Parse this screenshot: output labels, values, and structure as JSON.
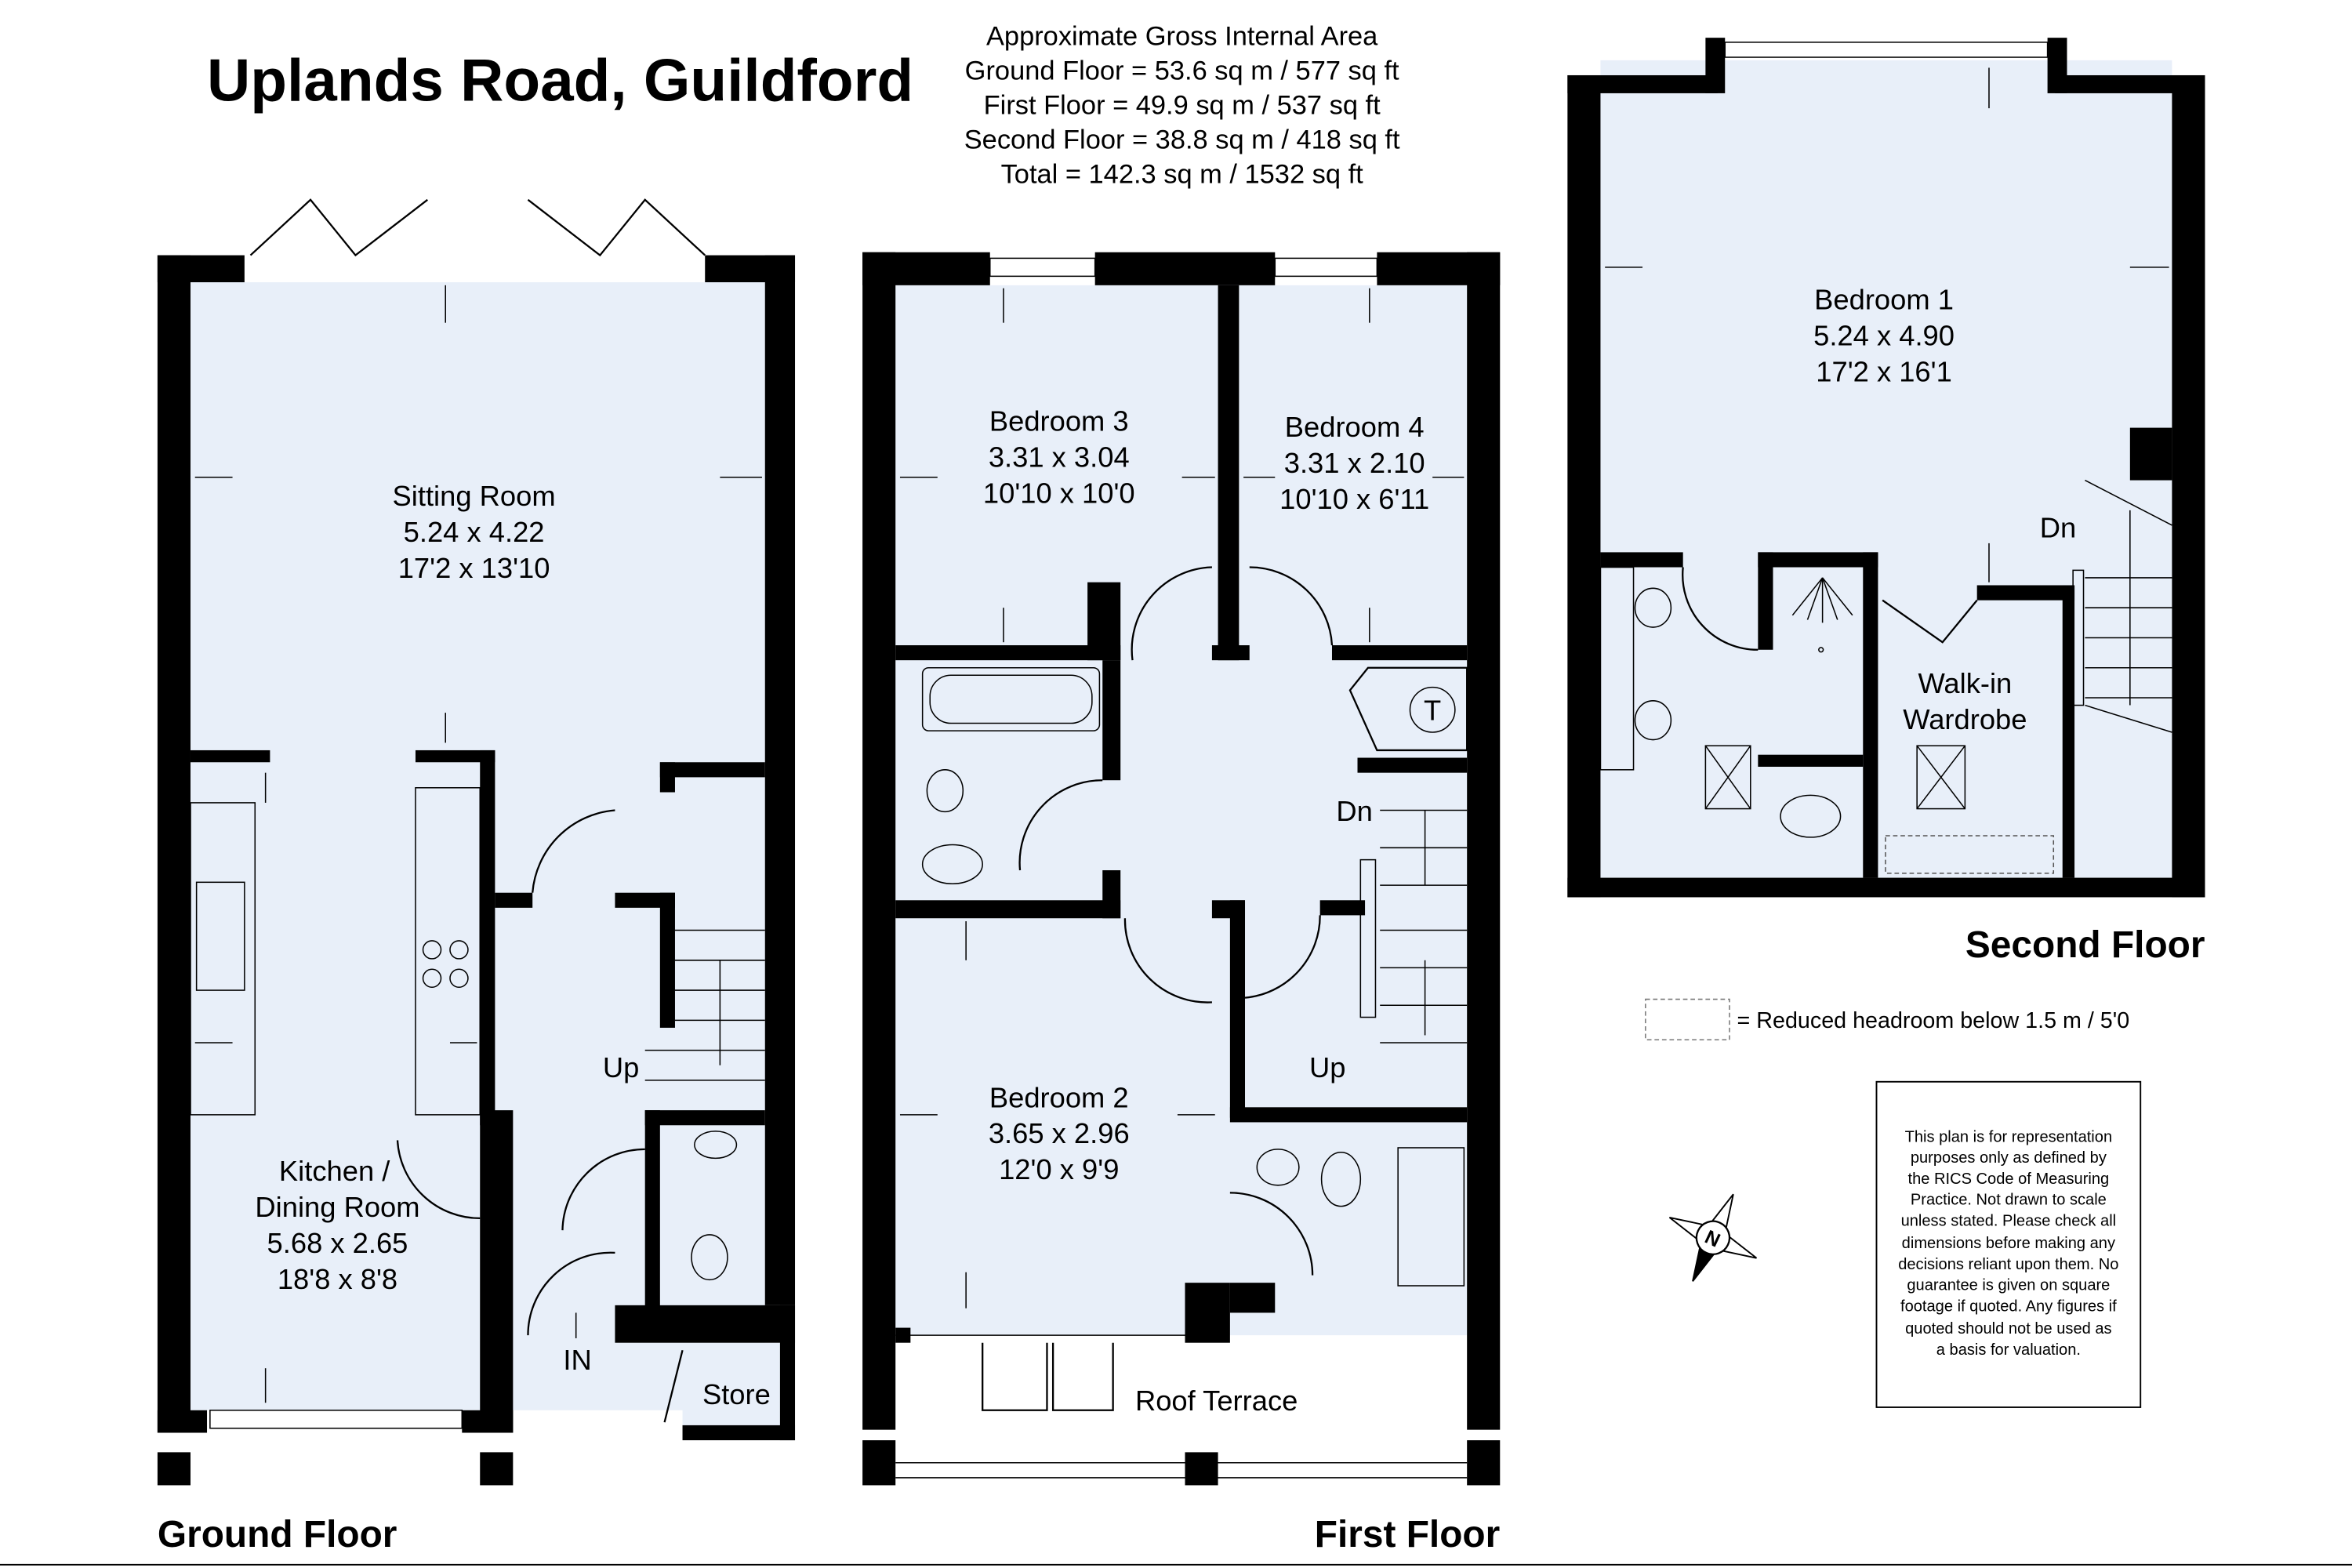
{
  "title": "Uplands Road, Guildford",
  "area_summary": {
    "heading": "Approximate Gross Internal Area",
    "lines": [
      "Ground Floor = 53.6 sq m / 577 sq ft",
      "First Floor = 49.9 sq m / 537 sq ft",
      "Second Floor = 38.8 sq m / 418 sq ft",
      "Total = 142.3 sq m / 1532 sq ft"
    ]
  },
  "floors": {
    "ground": {
      "label": "Ground Floor",
      "rooms": [
        {
          "name": "Sitting Room",
          "metric": "5.24 x 4.22",
          "imperial": "17'2 x 13'10"
        },
        {
          "name": "Kitchen /",
          "name2": "Dining Room",
          "metric": "5.68 x 2.65",
          "imperial": "18'8 x 8'8"
        }
      ],
      "store": "Store",
      "up": "Up",
      "entrance": "IN"
    },
    "first": {
      "label": "First Floor",
      "rooms": [
        {
          "name": "Bedroom 3",
          "metric": "3.31 x 3.04",
          "imperial": "10'10 x 10'0"
        },
        {
          "name": "Bedroom 4",
          "metric": "3.31 x 2.10",
          "imperial": "10'10 x 6'11"
        },
        {
          "name": "Bedroom 2",
          "metric": "3.65 x 2.96",
          "imperial": "12'0 x 9'9"
        }
      ],
      "terrace": "Roof Terrace",
      "dn": "Dn",
      "up": "Up",
      "tank": "T"
    },
    "second": {
      "label": "Second Floor",
      "rooms": [
        {
          "name": "Bedroom 1",
          "metric": "5.24 x 4.90",
          "imperial": "17'2 x 16'1"
        }
      ],
      "wardrobe": [
        "Walk-in",
        "Wardrobe"
      ],
      "dn": "Dn"
    }
  },
  "legend": {
    "text": "=  Reduced headroom below 1.5 m / 5'0"
  },
  "compass": {
    "letter": "N",
    "icon": "compass-north-icon"
  },
  "disclaimer": [
    "This plan is for representation",
    "purposes only as defined by",
    "the RICS Code of Measuring",
    "Practice. Not drawn to scale",
    "unless stated. Please check all",
    "dimensions before making any",
    "decisions reliant upon them. No",
    "guarantee is given on square",
    "footage if quoted. Any figures if",
    "quoted should not be used as",
    "a basis for valuation."
  ],
  "colors": {
    "floor_fill": "#e8eff9",
    "walls": "#000000"
  }
}
